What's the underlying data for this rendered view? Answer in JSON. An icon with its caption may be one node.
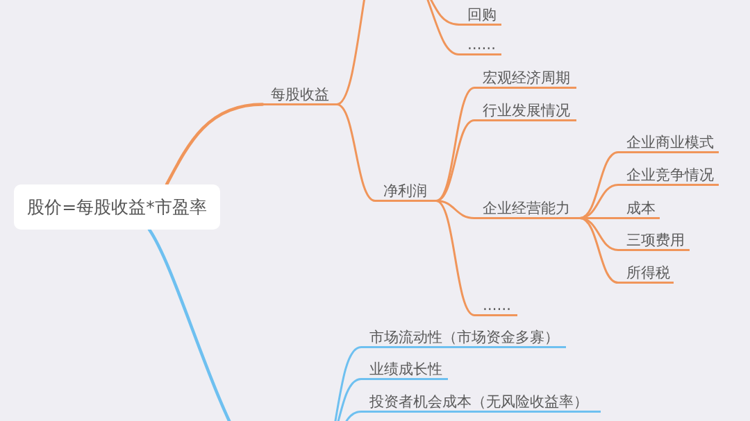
{
  "diagram": {
    "nodes": [
      {
        "text": [
          "股价=每股收益*市盈率"
        ]
      },
      {
        "text": [
          "每股收益"
        ]
      },
      {
        "text": [
          "回购"
        ]
      },
      {
        "text": [
          "……"
        ]
      },
      {
        "text": [
          "净利润"
        ]
      },
      {
        "text": [
          "宏观经济周期"
        ]
      },
      {
        "text": [
          "行业发展情况"
        ]
      },
      {
        "text": [
          "企业经营能力"
        ]
      },
      {
        "text": [
          "企业商业模式"
        ]
      },
      {
        "text": [
          "企业竞争情况"
        ]
      },
      {
        "text": [
          "成本"
        ]
      },
      {
        "text": [
          "三项费用"
        ]
      },
      {
        "text": [
          "所得税"
        ]
      },
      {
        "text": [
          "……"
        ]
      },
      {
        "text": [
          "市场流动性（市场资金多寡）"
        ]
      },
      {
        "text": [
          "业绩成长性"
        ]
      },
      {
        "text": [
          "投资者机会成本（无风险收益率）"
        ]
      }
    ],
    "edges": [
      {
        "from": 0,
        "to": 1,
        "arrow": "none"
      },
      {
        "from": 1,
        "to": null,
        "arrow": "none"
      },
      {
        "from": null,
        "to": 2,
        "arrow": "none"
      },
      {
        "from": null,
        "to": 3,
        "arrow": "none"
      },
      {
        "from": 1,
        "to": 4,
        "arrow": "none"
      },
      {
        "from": 4,
        "to": 5,
        "arrow": "none"
      },
      {
        "from": 4,
        "to": 6,
        "arrow": "none"
      },
      {
        "from": 4,
        "to": 7,
        "arrow": "none"
      },
      {
        "from": 4,
        "to": 13,
        "arrow": "none"
      },
      {
        "from": 7,
        "to": 8,
        "arrow": "none"
      },
      {
        "from": 7,
        "to": 9,
        "arrow": "none"
      },
      {
        "from": 7,
        "to": 10,
        "arrow": "none"
      },
      {
        "from": 7,
        "to": 11,
        "arrow": "none"
      },
      {
        "from": 7,
        "to": 12,
        "arrow": "none"
      },
      {
        "from": 0,
        "to": null,
        "arrow": "none",
        "color": "#6ec0f0"
      },
      {
        "from": null,
        "to": 14,
        "arrow": "none",
        "color": "#6ec0f0"
      },
      {
        "from": null,
        "to": 15,
        "arrow": "none",
        "color": "#6ec0f0"
      },
      {
        "from": null,
        "to": 16,
        "arrow": "none",
        "color": "#6ec0f0"
      }
    ]
  }
}
